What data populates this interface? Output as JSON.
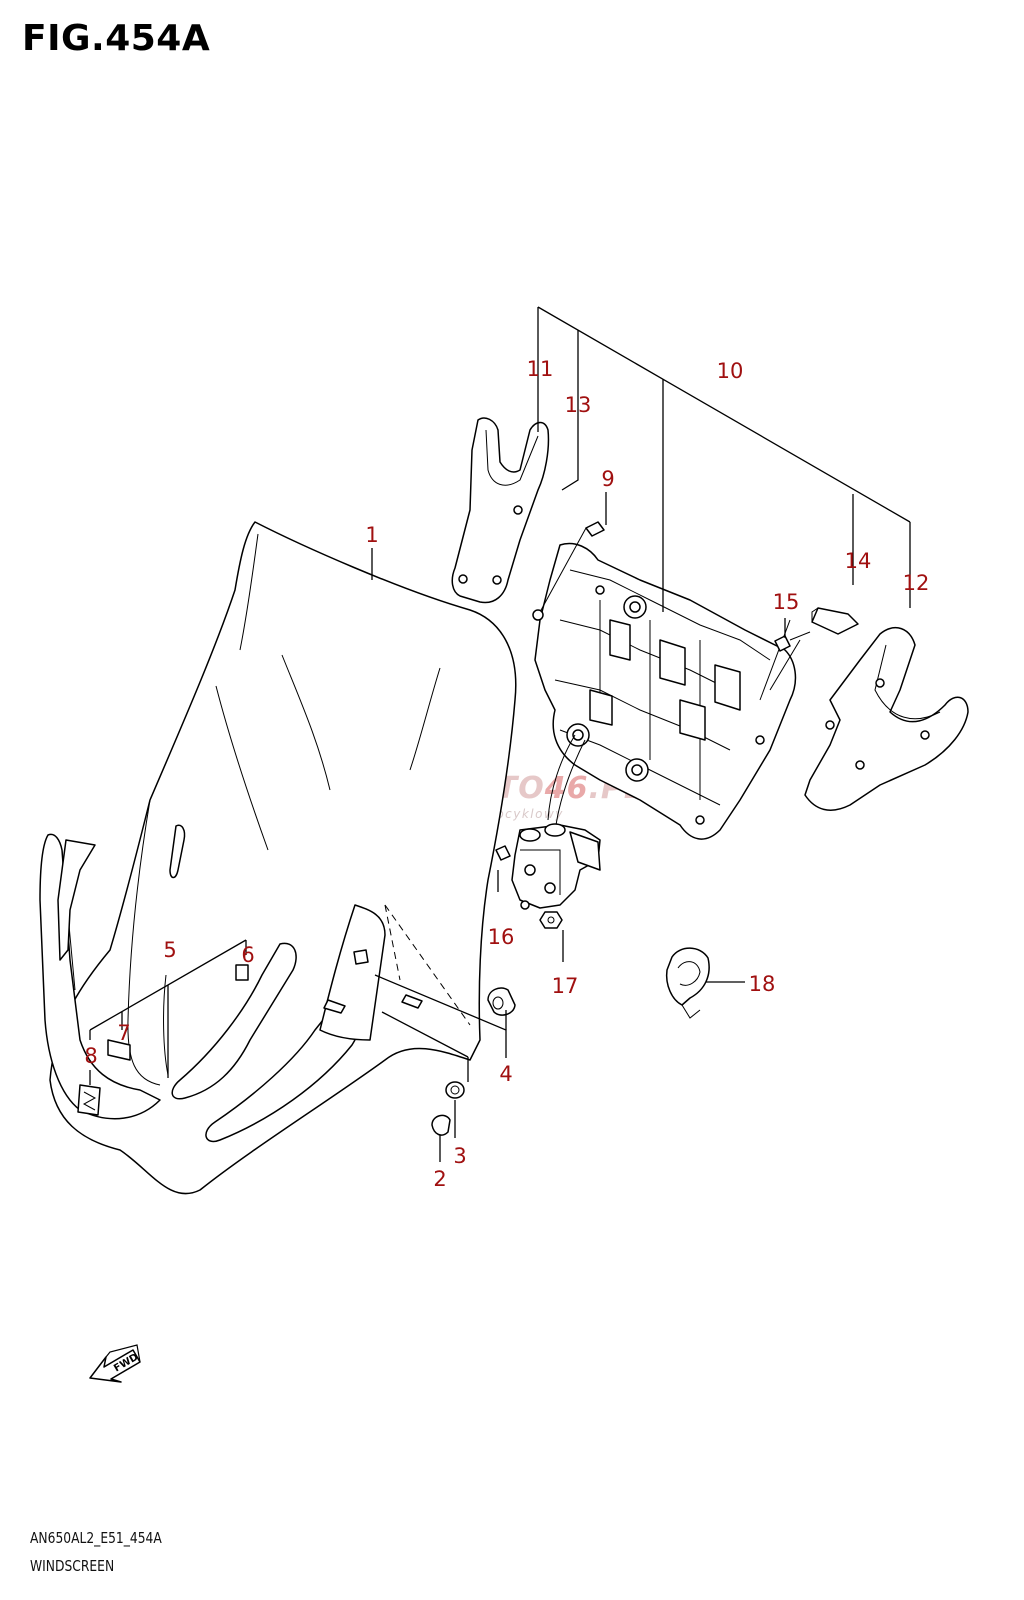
{
  "figure": {
    "title": "FIG.454A",
    "model_code": "AN650AL2_E51_454A",
    "section_name": "WINDSCREEN"
  },
  "watermark": {
    "brand_a": "SKLEPMOTO",
    "brand_b": "46",
    "brand_c": ".PL",
    "tagline": "internetowy sklep motocyklowy"
  },
  "direction_arrow": {
    "label": "FWD"
  },
  "callouts": [
    {
      "id": "c1",
      "text": "1"
    },
    {
      "id": "c2",
      "text": "2"
    },
    {
      "id": "c3",
      "text": "3"
    },
    {
      "id": "c4",
      "text": "4"
    },
    {
      "id": "c5",
      "text": "5"
    },
    {
      "id": "c6",
      "text": "6"
    },
    {
      "id": "c7",
      "text": "7"
    },
    {
      "id": "c8",
      "text": "8"
    },
    {
      "id": "c9",
      "text": "9"
    },
    {
      "id": "c10",
      "text": "10"
    },
    {
      "id": "c11",
      "text": "11"
    },
    {
      "id": "c12",
      "text": "12"
    },
    {
      "id": "c13",
      "text": "13"
    },
    {
      "id": "c14",
      "text": "14"
    },
    {
      "id": "c15",
      "text": "15"
    },
    {
      "id": "c16",
      "text": "16"
    },
    {
      "id": "c17",
      "text": "17"
    },
    {
      "id": "c18",
      "text": "18"
    }
  ],
  "colors": {
    "callout": "#a01010",
    "line": "#000000",
    "watermark": "#e6c8c8"
  }
}
